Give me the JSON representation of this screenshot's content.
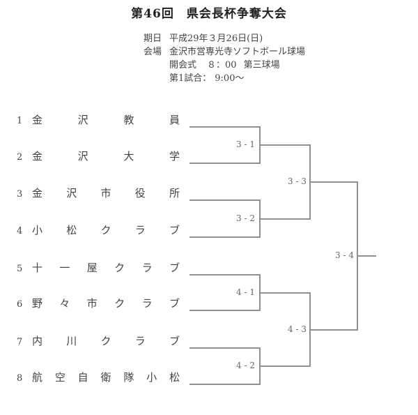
{
  "page": {
    "title": "第46回　県会長杯争奪大会"
  },
  "info": {
    "rows": [
      {
        "label": "期日",
        "text": "平成29年３月26日(日)"
      },
      {
        "label": "会場",
        "text": "金沢市営専光寺ソフトボール球場"
      }
    ],
    "opening": {
      "label": "開会式",
      "time": "８：00",
      "place": "第三球場"
    },
    "first_game": {
      "label": "第1試合：",
      "time": "9:00～"
    }
  },
  "bracket": {
    "teams": [
      {
        "seed": "1",
        "name": "金沢教員"
      },
      {
        "seed": "2",
        "name": "金沢大学"
      },
      {
        "seed": "3",
        "name": "金沢市役所"
      },
      {
        "seed": "4",
        "name": "小松クラブ"
      },
      {
        "seed": "5",
        "name": "十一屋クラブ"
      },
      {
        "seed": "6",
        "name": "野々市クラブ"
      },
      {
        "seed": "7",
        "name": "内川クラブ"
      },
      {
        "seed": "8",
        "name": "航空自衛隊小松"
      }
    ],
    "round1": [
      {
        "label": "3 - 1",
        "teams": [
          "金沢教員",
          "金沢大学"
        ]
      },
      {
        "label": "3 - 2",
        "teams": [
          "金沢市役所",
          "小松クラブ"
        ]
      },
      {
        "label": "4 - 1",
        "teams": [
          "十一屋クラブ",
          "野々市クラブ"
        ]
      },
      {
        "label": "4 - 2",
        "teams": [
          "内川クラブ",
          "航空自衛隊小松"
        ]
      }
    ],
    "round2": [
      {
        "label": "3 - 3"
      },
      {
        "label": "4 - 3"
      }
    ],
    "final": {
      "label": "3 - 4"
    }
  },
  "colors": {
    "line": "#909090",
    "text": "#434343",
    "title": "#222222",
    "match_label": "#666666"
  }
}
